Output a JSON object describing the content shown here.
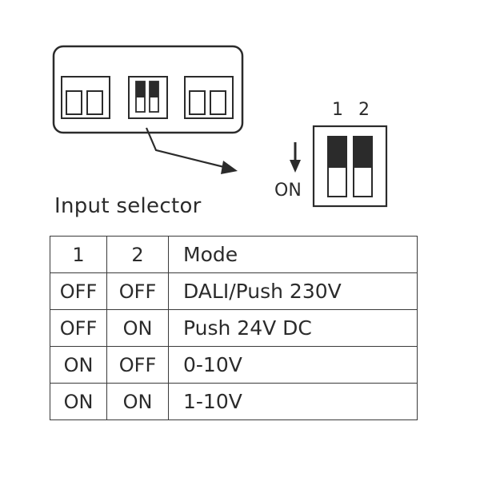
{
  "switch": {
    "number_1": "1",
    "number_2": "2",
    "on_label": "ON"
  },
  "caption": "Input selector",
  "table": {
    "headers": [
      "1",
      "2",
      "Mode"
    ],
    "rows": [
      [
        "OFF",
        "OFF",
        "DALI/Push 230V"
      ],
      [
        "OFF",
        "ON",
        "Push 24V DC"
      ],
      [
        "ON",
        "OFF",
        "0-10V"
      ],
      [
        "ON",
        "ON",
        "1-10V"
      ]
    ]
  }
}
